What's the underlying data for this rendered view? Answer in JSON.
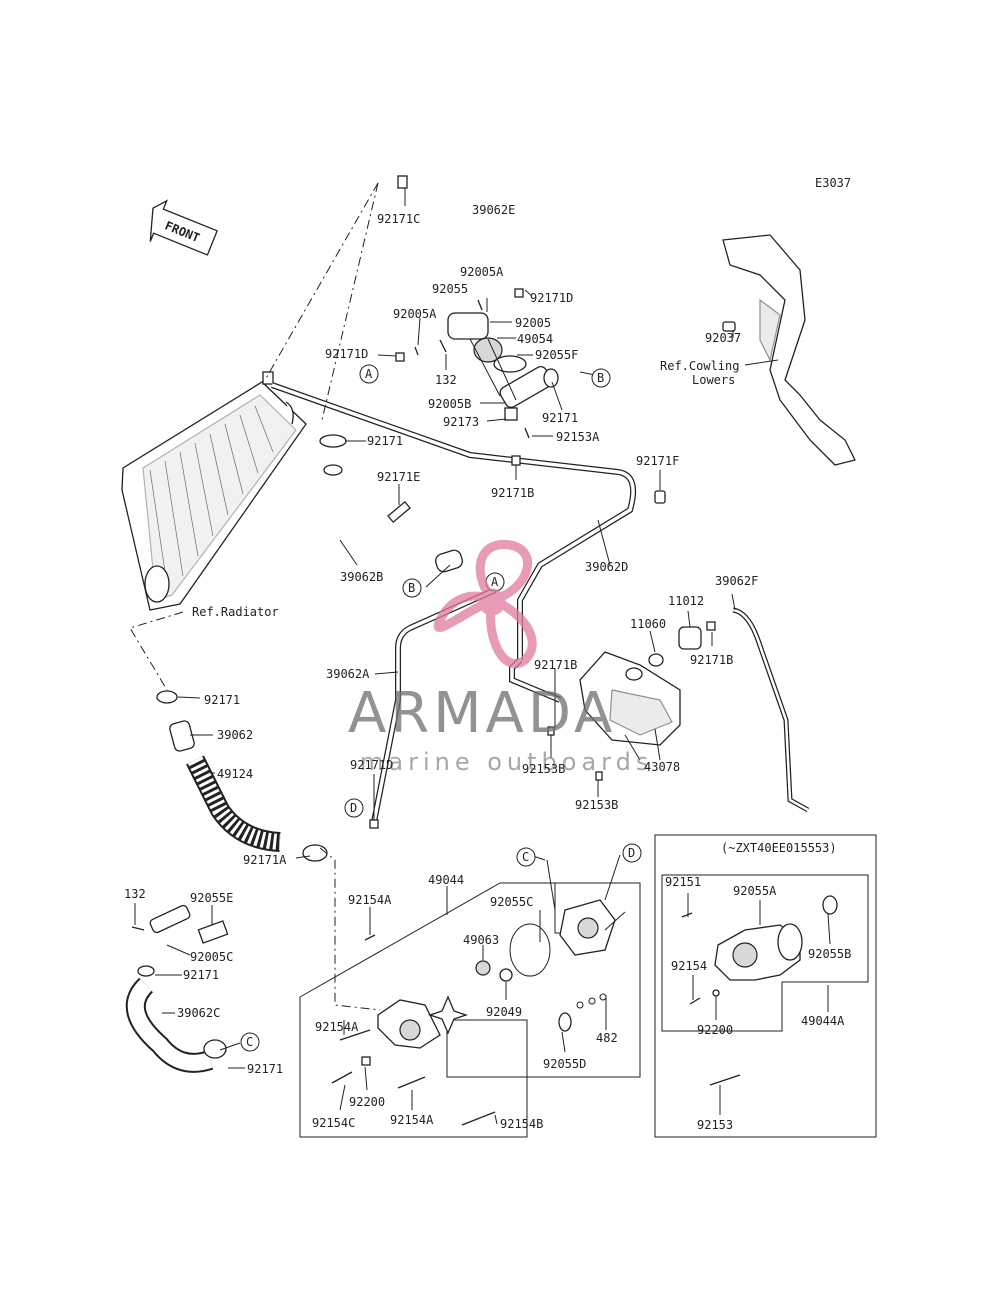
{
  "diagram_code": "E3037",
  "front_label": "FRONT",
  "ref_labels": {
    "radiator": "Ref.Radiator",
    "cowling_1": "Ref.Cowling",
    "cowling_2": "Lowers"
  },
  "variant_label": "(~ZXT40EE015553)",
  "callouts": [
    "A",
    "B",
    "C",
    "D"
  ],
  "watermark": {
    "brand": "ARMADA",
    "tagline": "marine outboards",
    "accent_color": "#e07aa0",
    "text_color": "#6e6e6e"
  },
  "parts": {
    "p92171C": "92171C",
    "p39062E": "39062E",
    "p92005A_top": "92005A",
    "p92055": "92055",
    "p92171D_top": "92171D",
    "p92005A_left": "92005A",
    "p92005": "92005",
    "p49054": "49054",
    "p92171D_left": "92171D",
    "p92055F": "92055F",
    "p132_top": "132",
    "p92005B": "92005B",
    "p92171_therm": "92171",
    "p92173": "92173",
    "p92153A": "92153A",
    "p92171_rad": "92171",
    "p92171E": "92171E",
    "p92171B_mid": "92171B",
    "p92171F": "92171F",
    "p39062B": "39062B",
    "p39062D": "39062D",
    "p92037": "92037",
    "p39062F": "39062F",
    "p11012": "11012",
    "p11060": "11060",
    "p92171B_right": "92171B",
    "p39062A": "39062A",
    "p92171B_tank": "92171B",
    "p92171_left": "92171",
    "p39062": "39062",
    "p49124": "49124",
    "p92171D_low": "92171D",
    "p92153B_1": "92153B",
    "p43078": "43078",
    "p92153B_2": "92153B",
    "p92171A": "92171A",
    "p49044": "49044",
    "p92154A_1": "92154A",
    "p92055C": "92055C",
    "p49063": "49063",
    "p92049": "92049",
    "p482": "482",
    "p92055D": "92055D",
    "p92154A_2": "92154A",
    "p92200_main": "92200",
    "p92154C": "92154C",
    "p92154A_3": "92154A",
    "p92154B": "92154B",
    "p132_low": "132",
    "p92055E": "92055E",
    "p92005C": "92005C",
    "p92171_low": "92171",
    "p39062C": "39062C",
    "p92171_bottom": "92171",
    "p92151": "92151",
    "p92055A": "92055A",
    "p92055B": "92055B",
    "p92154": "92154",
    "p92200_var": "92200",
    "p49044A": "49044A",
    "p92153": "92153"
  }
}
